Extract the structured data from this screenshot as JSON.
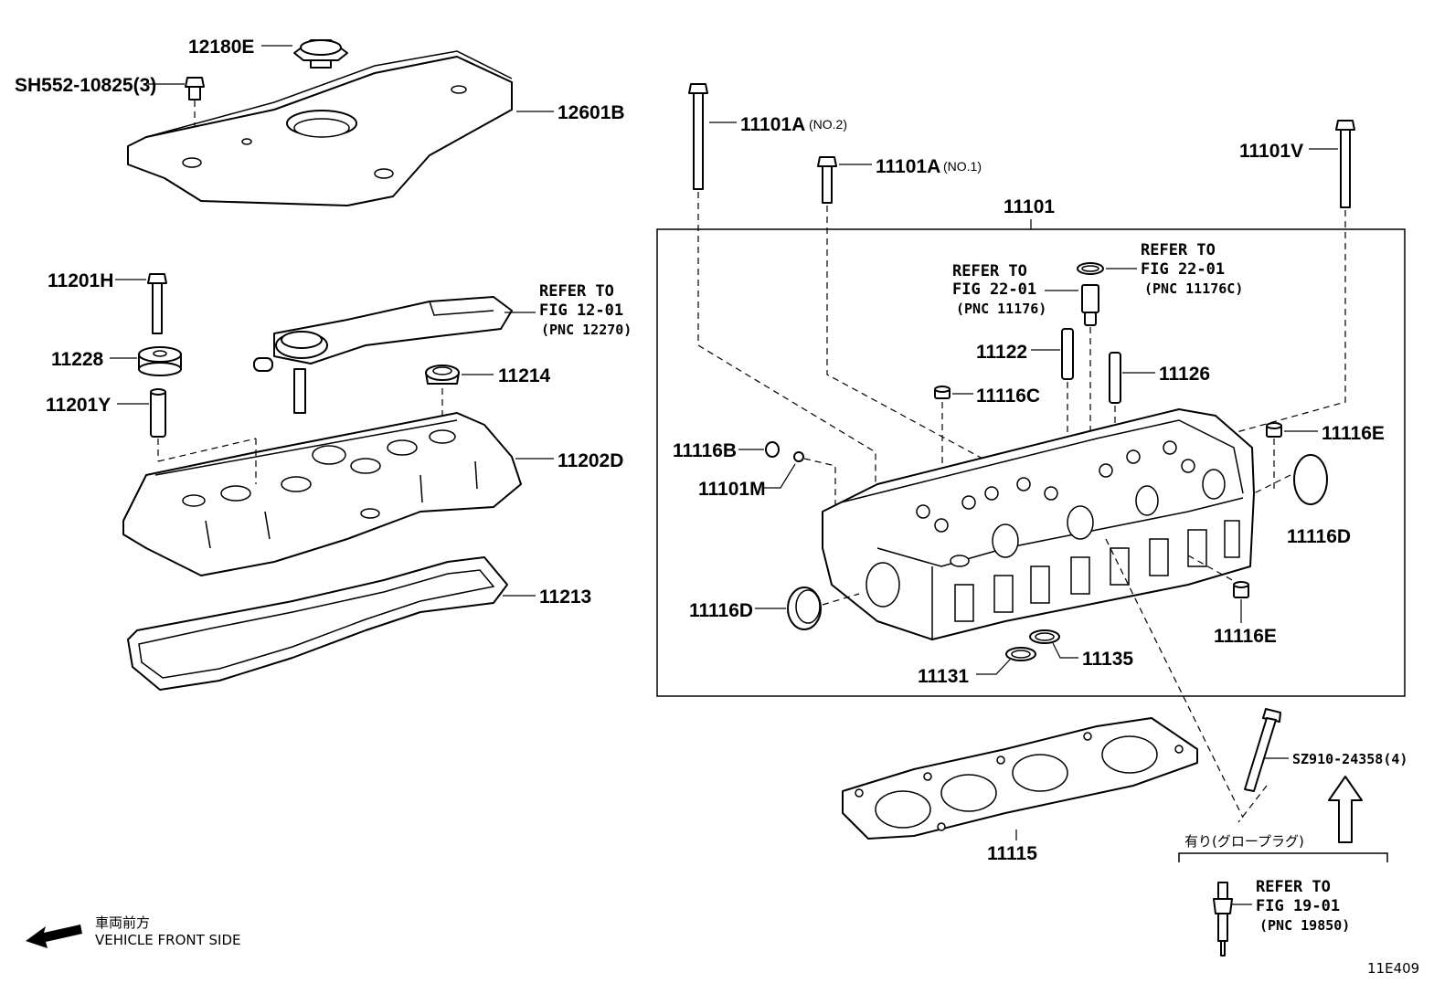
{
  "labels": {
    "p12180e": "12180E",
    "psh552": "SH552-10825(3)",
    "p12601b": "12601B",
    "p11201h": "11201H",
    "p11228": "11228",
    "p11201y": "11201Y",
    "p11214": "11214",
    "p11202d": "11202D",
    "p11213": "11213",
    "p11101a_no2": "11101A",
    "no2_suffix": "(NO.2)",
    "p11101a_no1": "11101A",
    "no1_suffix": "(NO.1)",
    "p11101v": "11101V",
    "p11101": "11101",
    "p11122": "11122",
    "p11126": "11126",
    "p11116c": "11116C",
    "p11116e_top": "11116E",
    "p11116b": "11116B",
    "p11101m": "11101M",
    "p11116d_right": "11116D",
    "p11116d_left": "11116D",
    "p11116e_bottom": "11116E",
    "p11131": "11131",
    "p11135": "11135",
    "p11115": "11115",
    "psz910": "SZ910-24358(4)"
  },
  "refers": {
    "fig12_l1": "REFER TO",
    "fig12_l2": "FIG 12-01",
    "fig12_l3": "(PNC 12270)",
    "fig22a_l1": "REFER TO",
    "fig22a_l2": "FIG 22-01",
    "fig22a_l3": "(PNC 11176)",
    "fig22b_l1": "REFER TO",
    "fig22b_l2": "FIG 22-01",
    "fig22b_l3": "(PNC 11176C)",
    "fig19_l1": "REFER TO",
    "fig19_l2": "FIG 19-01",
    "fig19_l3": "(PNC 19850)"
  },
  "notes": {
    "glow_plug_jp": "有り(グロープラグ)",
    "front_jp": "車両前方",
    "front_en": "VEHICLE FRONT SIDE",
    "diagram_code": "11E409"
  }
}
